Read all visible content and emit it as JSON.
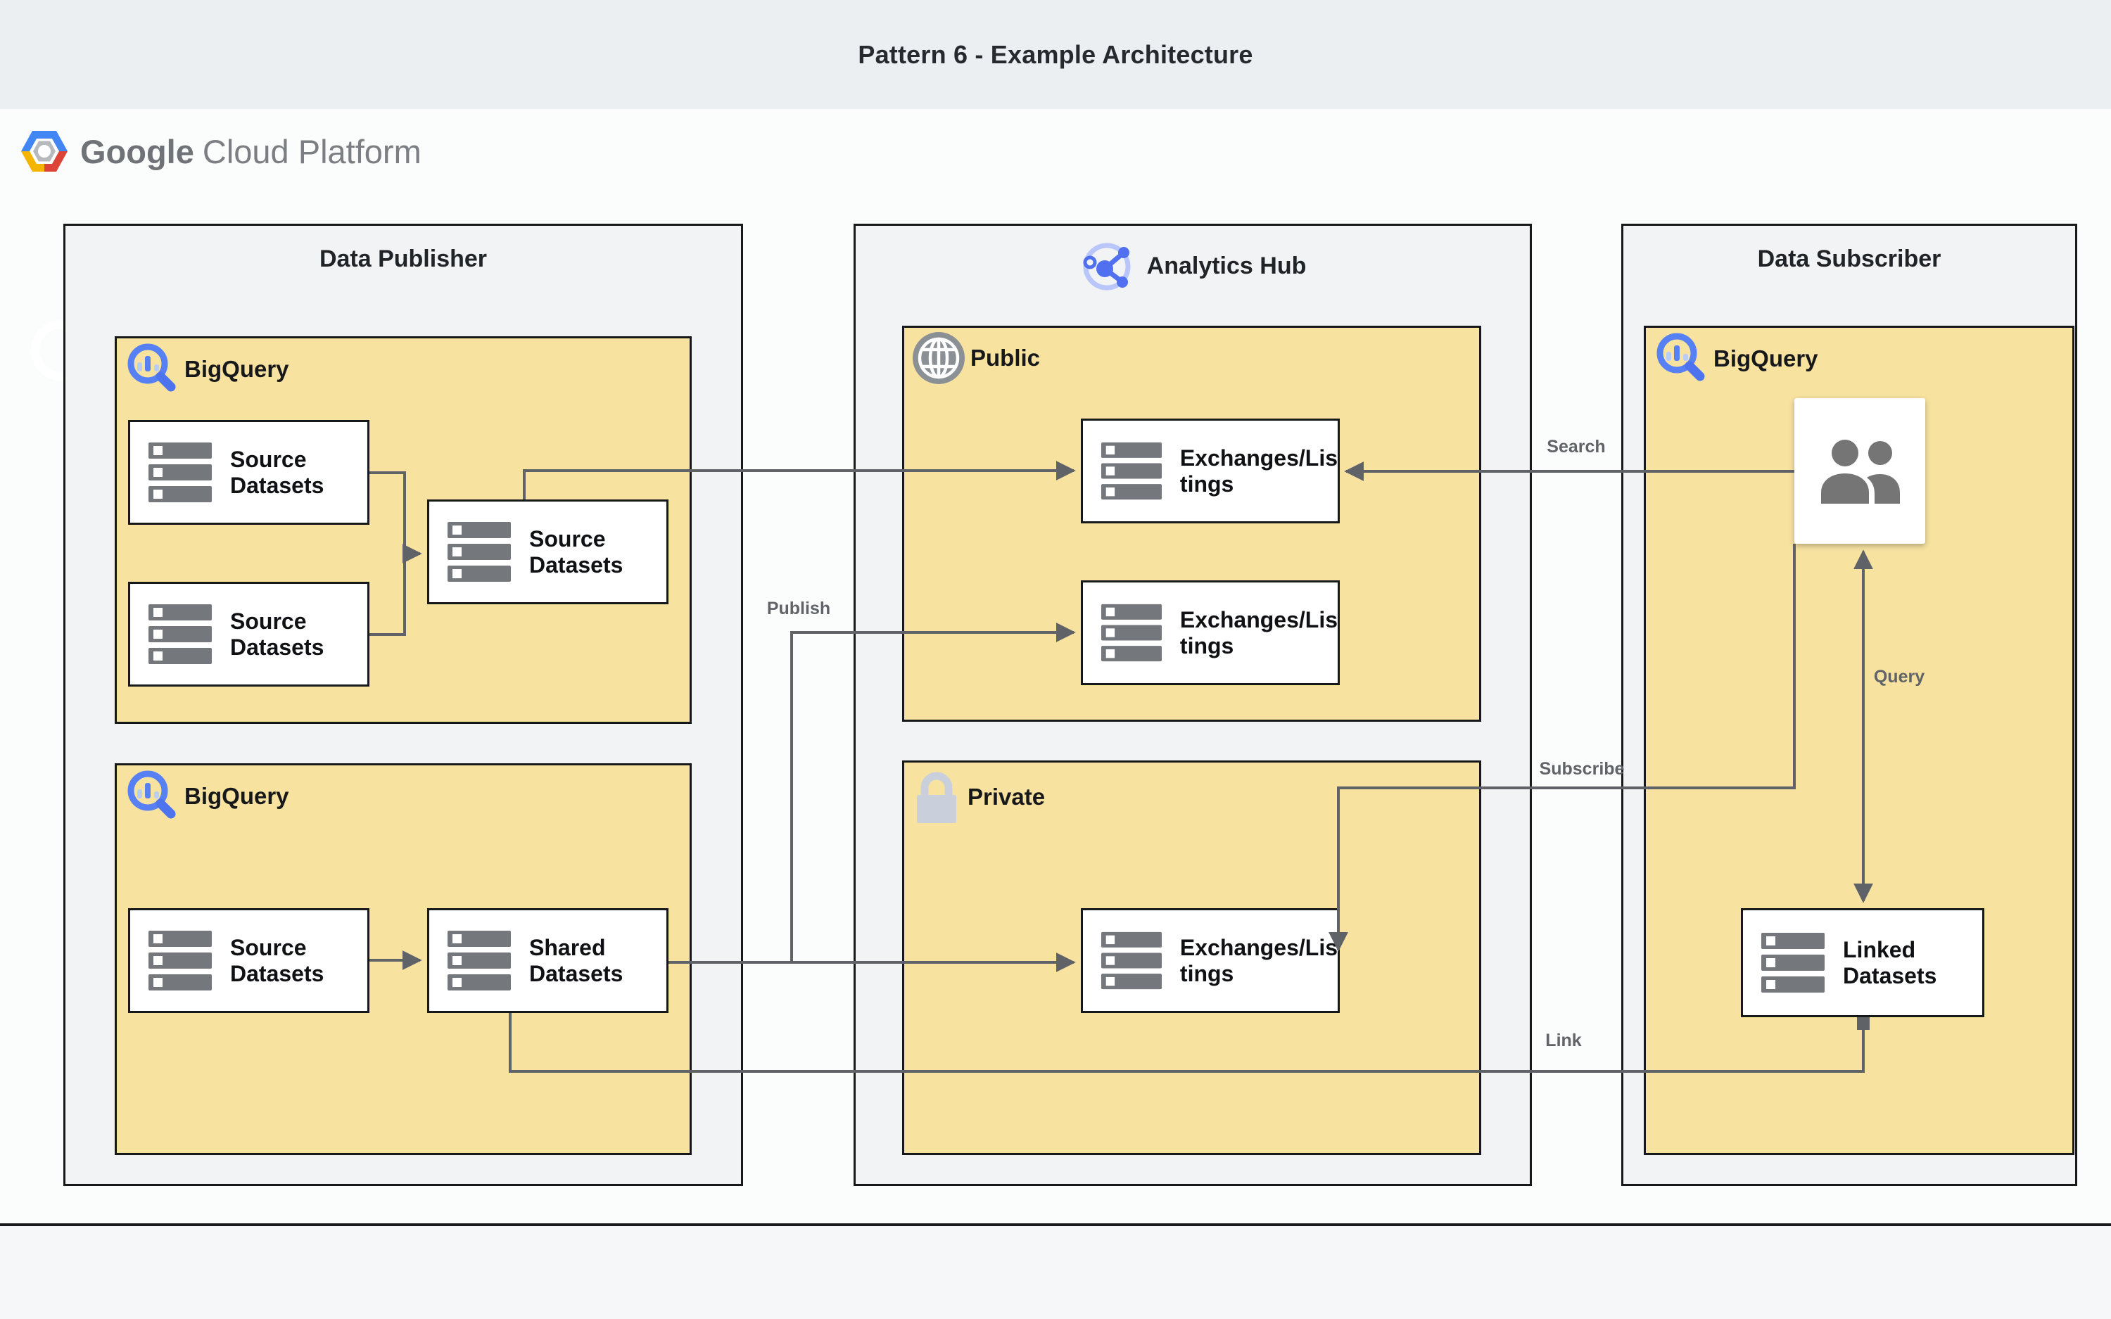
{
  "header": {
    "title": "Pattern 6 - Example Architecture"
  },
  "logo": {
    "brand": "Google",
    "product": "Cloud Platform"
  },
  "containers": {
    "publisher": {
      "title": "Data Publisher"
    },
    "hub": {
      "title": "Analytics Hub"
    },
    "subscriber": {
      "title": "Data Subscriber"
    }
  },
  "groups": {
    "publisher_bq_top": {
      "label": "BigQuery"
    },
    "publisher_bq_bottom": {
      "label": "BigQuery"
    },
    "hub_public": {
      "label": "Public"
    },
    "hub_private": {
      "label": "Private"
    },
    "subscriber_bq": {
      "label": "BigQuery"
    }
  },
  "nodes": {
    "source_a": {
      "label": "Source\nDatasets"
    },
    "source_b": {
      "label": "Source\nDatasets"
    },
    "source_c": {
      "label": "Source\nDatasets"
    },
    "source_d": {
      "label": "Source\nDatasets"
    },
    "shared": {
      "label": "Shared\nDatasets"
    },
    "exchange_public_1": {
      "label": "Exchanges/Lis\ntings"
    },
    "exchange_public_2": {
      "label": "Exchanges/Lis\ntings"
    },
    "exchange_private": {
      "label": "Exchanges/Lis\ntings"
    },
    "linked": {
      "label": "Linked\nDatasets"
    }
  },
  "edge_labels": {
    "search": "Search",
    "publish": "Publish",
    "subscribe": "Subscribe",
    "query": "Query",
    "link": "Link"
  },
  "colors": {
    "header_band": "#eceff1",
    "container_fill": "#f1f3f4",
    "group_fill": "#f7e2a0",
    "border": "#17181a",
    "edge": "#5f6368",
    "bigquery_blue": "#5073f2",
    "bigquery_blue_light": "#b9cdfb",
    "icon_gray": "#74777b",
    "lock_gray": "#cad0db",
    "gcp_blue": "#4285f4",
    "gcp_red": "#db4437",
    "gcp_yellow": "#f4b400"
  }
}
